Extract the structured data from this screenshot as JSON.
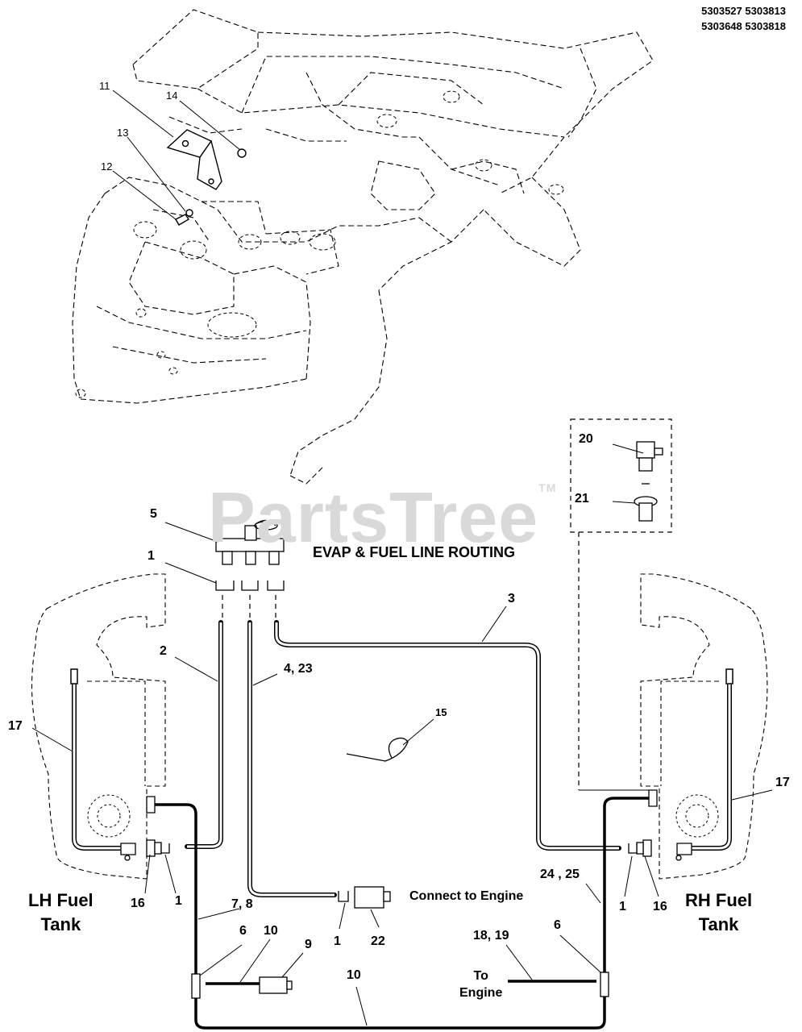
{
  "part_numbers": [
    "5303527 5303813",
    "5303648 5303818"
  ],
  "watermark": "PartsTree",
  "watermark_tm": "TM",
  "title": "EVAP & FUEL LINE ROUTING",
  "tanks": {
    "left": [
      "LH Fuel",
      "Tank"
    ],
    "right": [
      "RH Fuel",
      "Tank"
    ]
  },
  "texts": {
    "connect": "Connect to Engine",
    "to_engine": [
      "To",
      "Engine"
    ]
  },
  "callouts": {
    "c11": "11",
    "c14": "14",
    "c13": "13",
    "c12": "12",
    "c20": "20",
    "c21": "21",
    "c5": "5",
    "c1_top": "1",
    "c2": "2",
    "c3": "3",
    "c4_23": "4, 23",
    "c15": "15",
    "c17_left": "17",
    "c17_right": "17",
    "c16_left": "16",
    "c1_left": "1",
    "c7_8": "7, 8",
    "c6_left": "6",
    "c10_top": "10",
    "c9": "9",
    "c10_bottom": "10",
    "c1_mid": "1",
    "c22": "22",
    "c24_25": "24 , 25",
    "c1_right": "1",
    "c16_right": "16",
    "c18_19": "18, 19",
    "c6_right": "6"
  },
  "colors": {
    "line": "#000000",
    "watermark": "#d9d9d9",
    "background": "#ffffff"
  }
}
